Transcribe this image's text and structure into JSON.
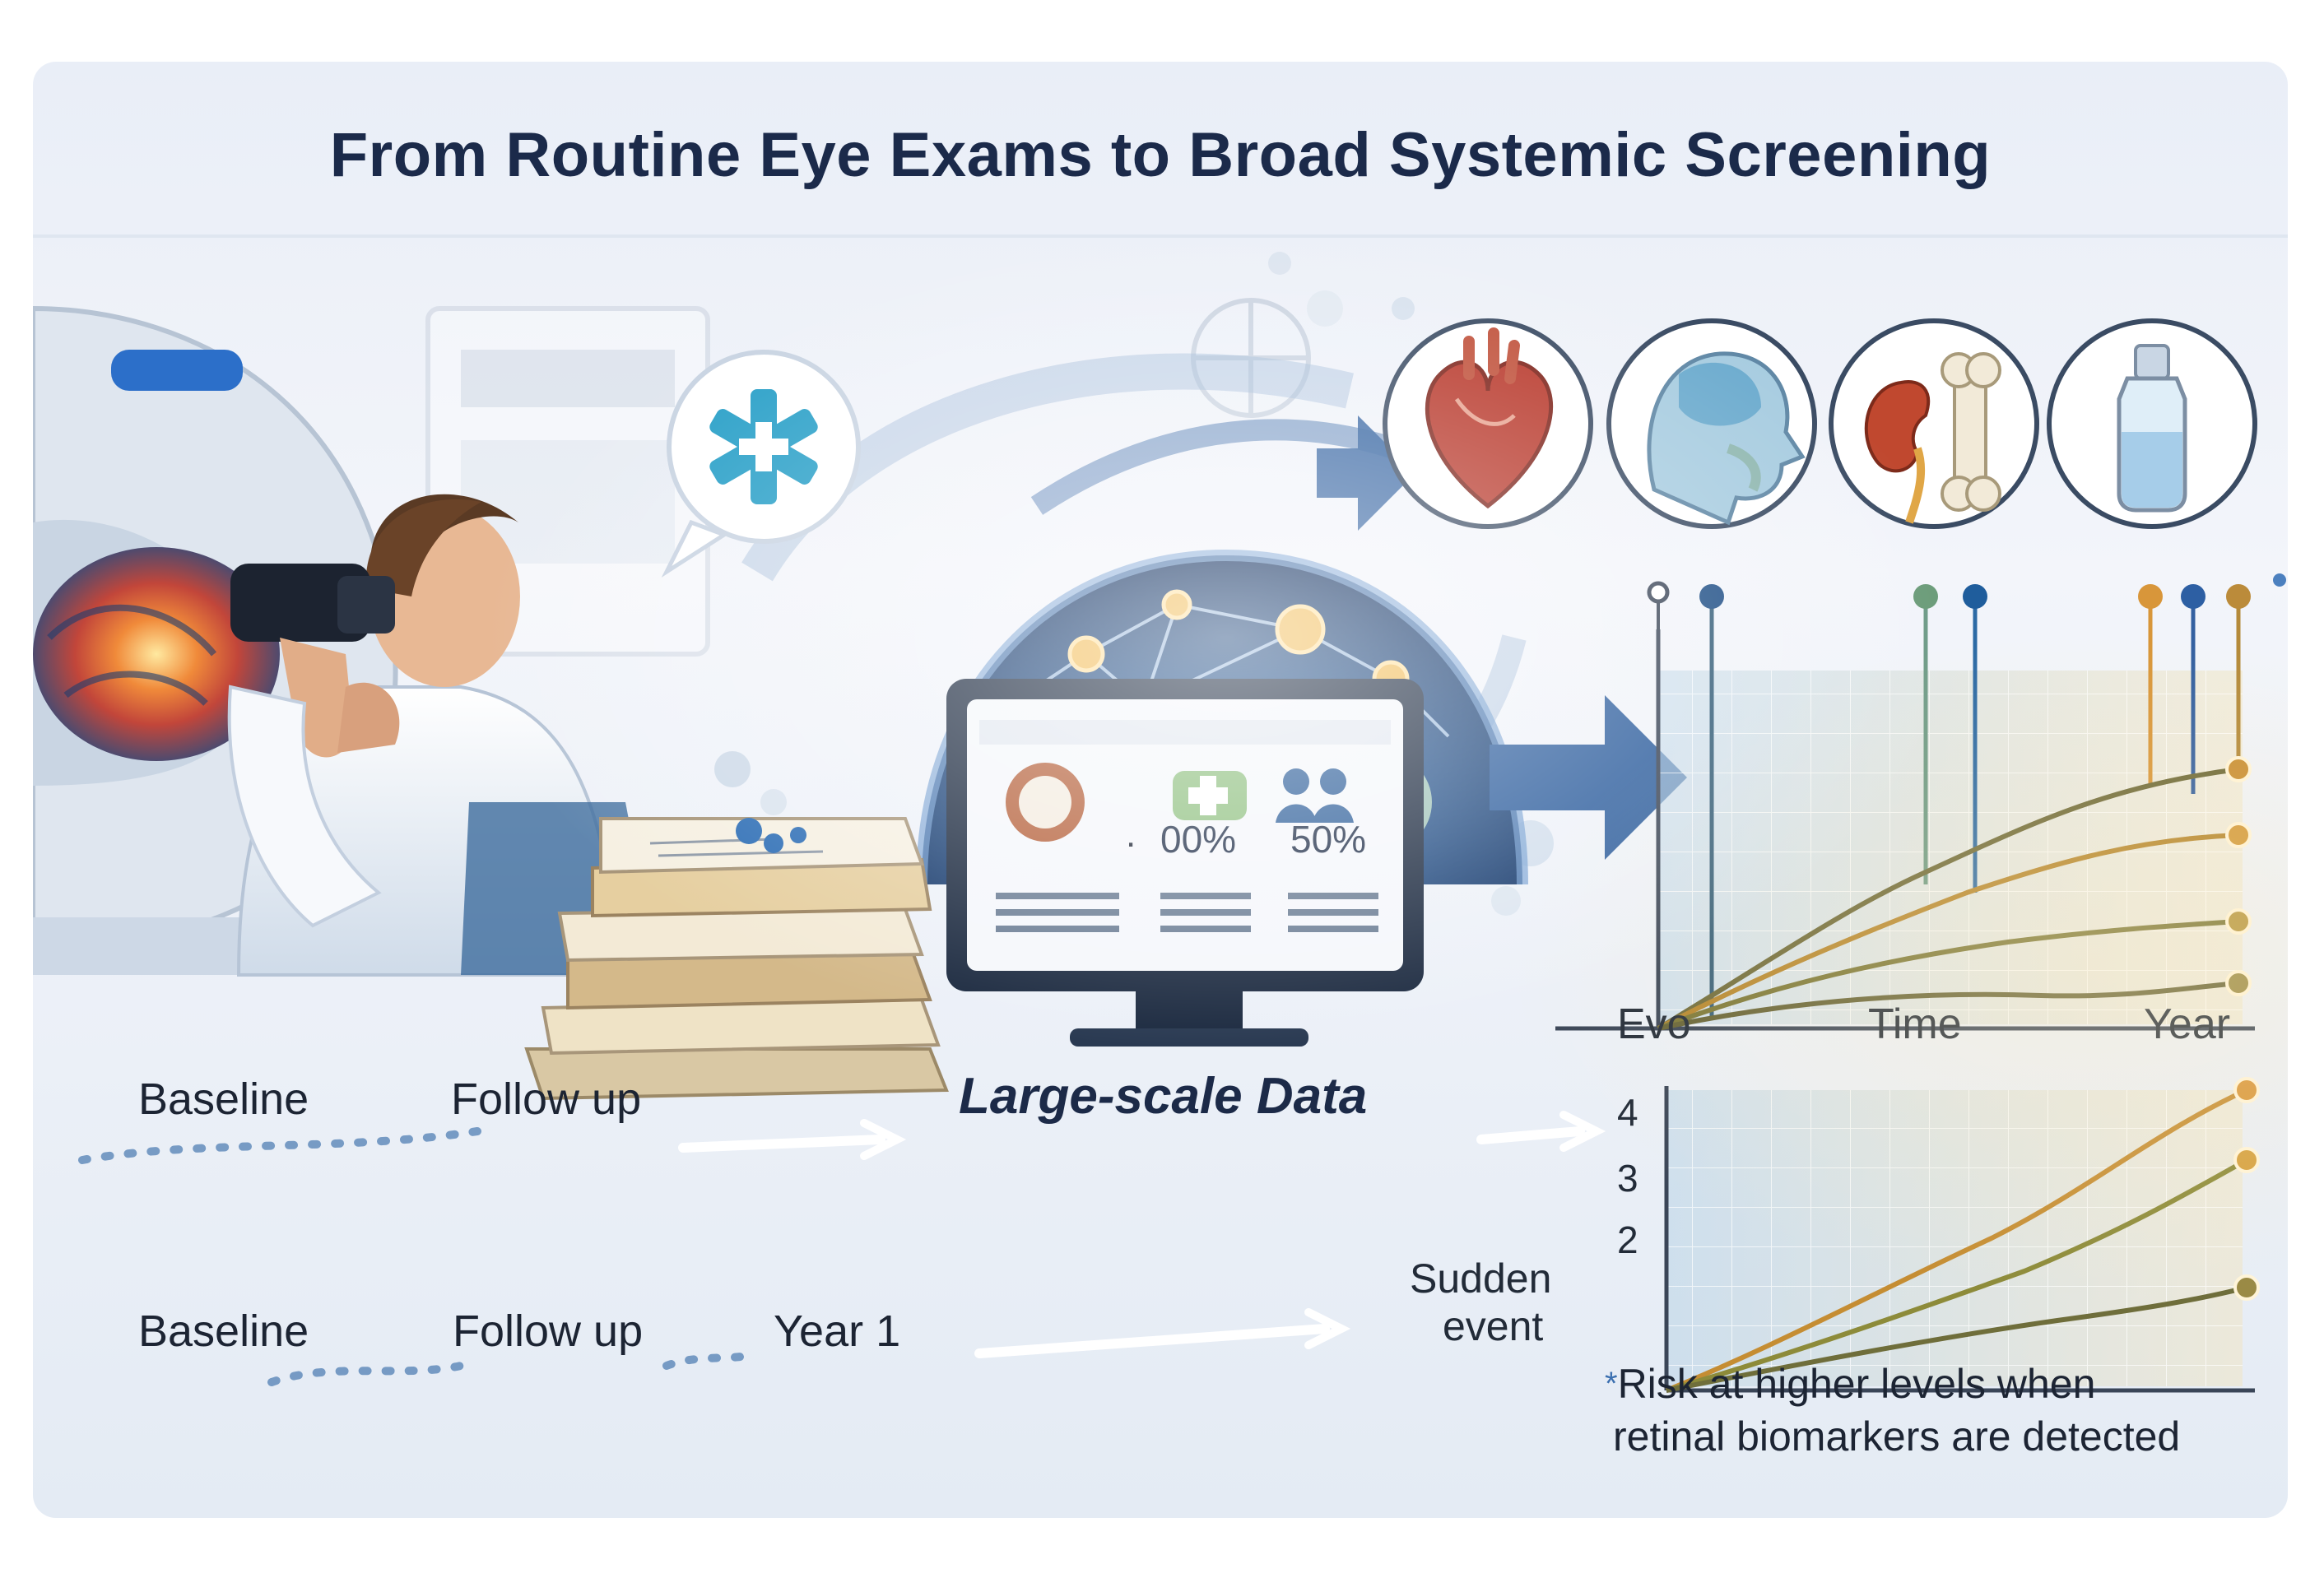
{
  "title": "From Routine Eye Exams to Broad Systemic Screening",
  "timeline_upper": {
    "baseline": "Baseline",
    "follow_up": "Follow up"
  },
  "center_label": "Large-scale Data",
  "timeline_lower": {
    "baseline": "Baseline",
    "follow_up": "Follow up",
    "year": "Year 1"
  },
  "monitor": {
    "stat1": "00%",
    "stat2": "50%",
    "dot": "."
  },
  "organ_icons": [
    "heart-icon",
    "brain-icon",
    "kidney-bone-icon",
    "fluid-vial-icon",
    "medical-star-icon"
  ],
  "chart_top_xlabels": [
    "Evo",
    "Time",
    "Year"
  ],
  "chart_bottom": {
    "ytick_labels": [
      "4",
      "3",
      "2"
    ],
    "event_label_line1": "Sudden",
    "event_label_line2": "event"
  },
  "footnote": {
    "marker": "*",
    "line1": "Risk at higher levels when",
    "line2": "retinal biomarkers are detected"
  },
  "colors": {
    "title": "#1b2a4a",
    "accent_blue": "#2f5f9e",
    "orange": "#d8963a",
    "olive": "#8c8a3c"
  }
}
